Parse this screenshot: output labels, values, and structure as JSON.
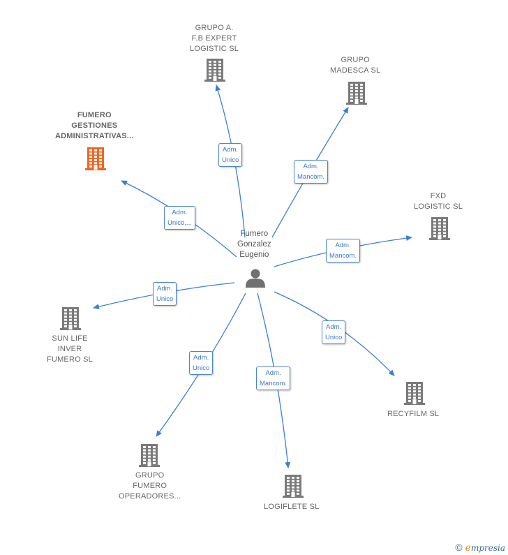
{
  "center": {
    "name": "Fumero\nGonzalez\nEugenio",
    "icon": "person-icon"
  },
  "nodes": [
    {
      "id": "grupo-af-b-expert",
      "name": "GRUPO A.\nF.B EXPERT\nLOGISTIC  SL",
      "icon": "building-icon",
      "highlight": false
    },
    {
      "id": "grupo-madesca",
      "name": "GRUPO\nMADESCA SL",
      "icon": "building-icon",
      "highlight": false
    },
    {
      "id": "fumero-gestiones",
      "name": "FUMERO\nGESTIONES\nADMINISTRATIVAS...",
      "icon": "building-icon",
      "highlight": true
    },
    {
      "id": "fxd-logistic",
      "name": "FXD\nLOGISTIC  SL",
      "icon": "building-icon",
      "highlight": false
    },
    {
      "id": "sun-life",
      "name": "SUN LIFE\nINVER\nFUMERO  SL",
      "icon": "building-icon",
      "highlight": false
    },
    {
      "id": "recyfilm",
      "name": "RECYFILM  SL",
      "icon": "building-icon",
      "highlight": false
    },
    {
      "id": "grupo-fumero",
      "name": "GRUPO\nFUMERO\nOPERADORES...",
      "icon": "building-icon",
      "highlight": false
    },
    {
      "id": "logiflete",
      "name": "LOGIFLETE SL",
      "icon": "building-icon",
      "highlight": false
    }
  ],
  "edges": [
    {
      "to": "grupo-af-b-expert",
      "label": "Adm.\nUnico"
    },
    {
      "to": "grupo-madesca",
      "label": "Adm.\nMancom."
    },
    {
      "to": "fumero-gestiones",
      "label": "Adm.\nUnico,..."
    },
    {
      "to": "fxd-logistic",
      "label": "Adm.\nMancom."
    },
    {
      "to": "sun-life",
      "label": "Adm.\nUnico"
    },
    {
      "to": "recyfilm",
      "label": "Adm.\nUnico"
    },
    {
      "to": "grupo-fumero",
      "label": "Adm.\nUnico"
    },
    {
      "to": "logiflete",
      "label": "Adm.\nMancom."
    }
  ],
  "colors": {
    "edge": "#3b7fd4",
    "building": "#7a7a7a",
    "highlight": "#f26522",
    "person": "#707070"
  },
  "brand": {
    "copyright": "©",
    "initial": "e",
    "rest": "mpresia"
  }
}
